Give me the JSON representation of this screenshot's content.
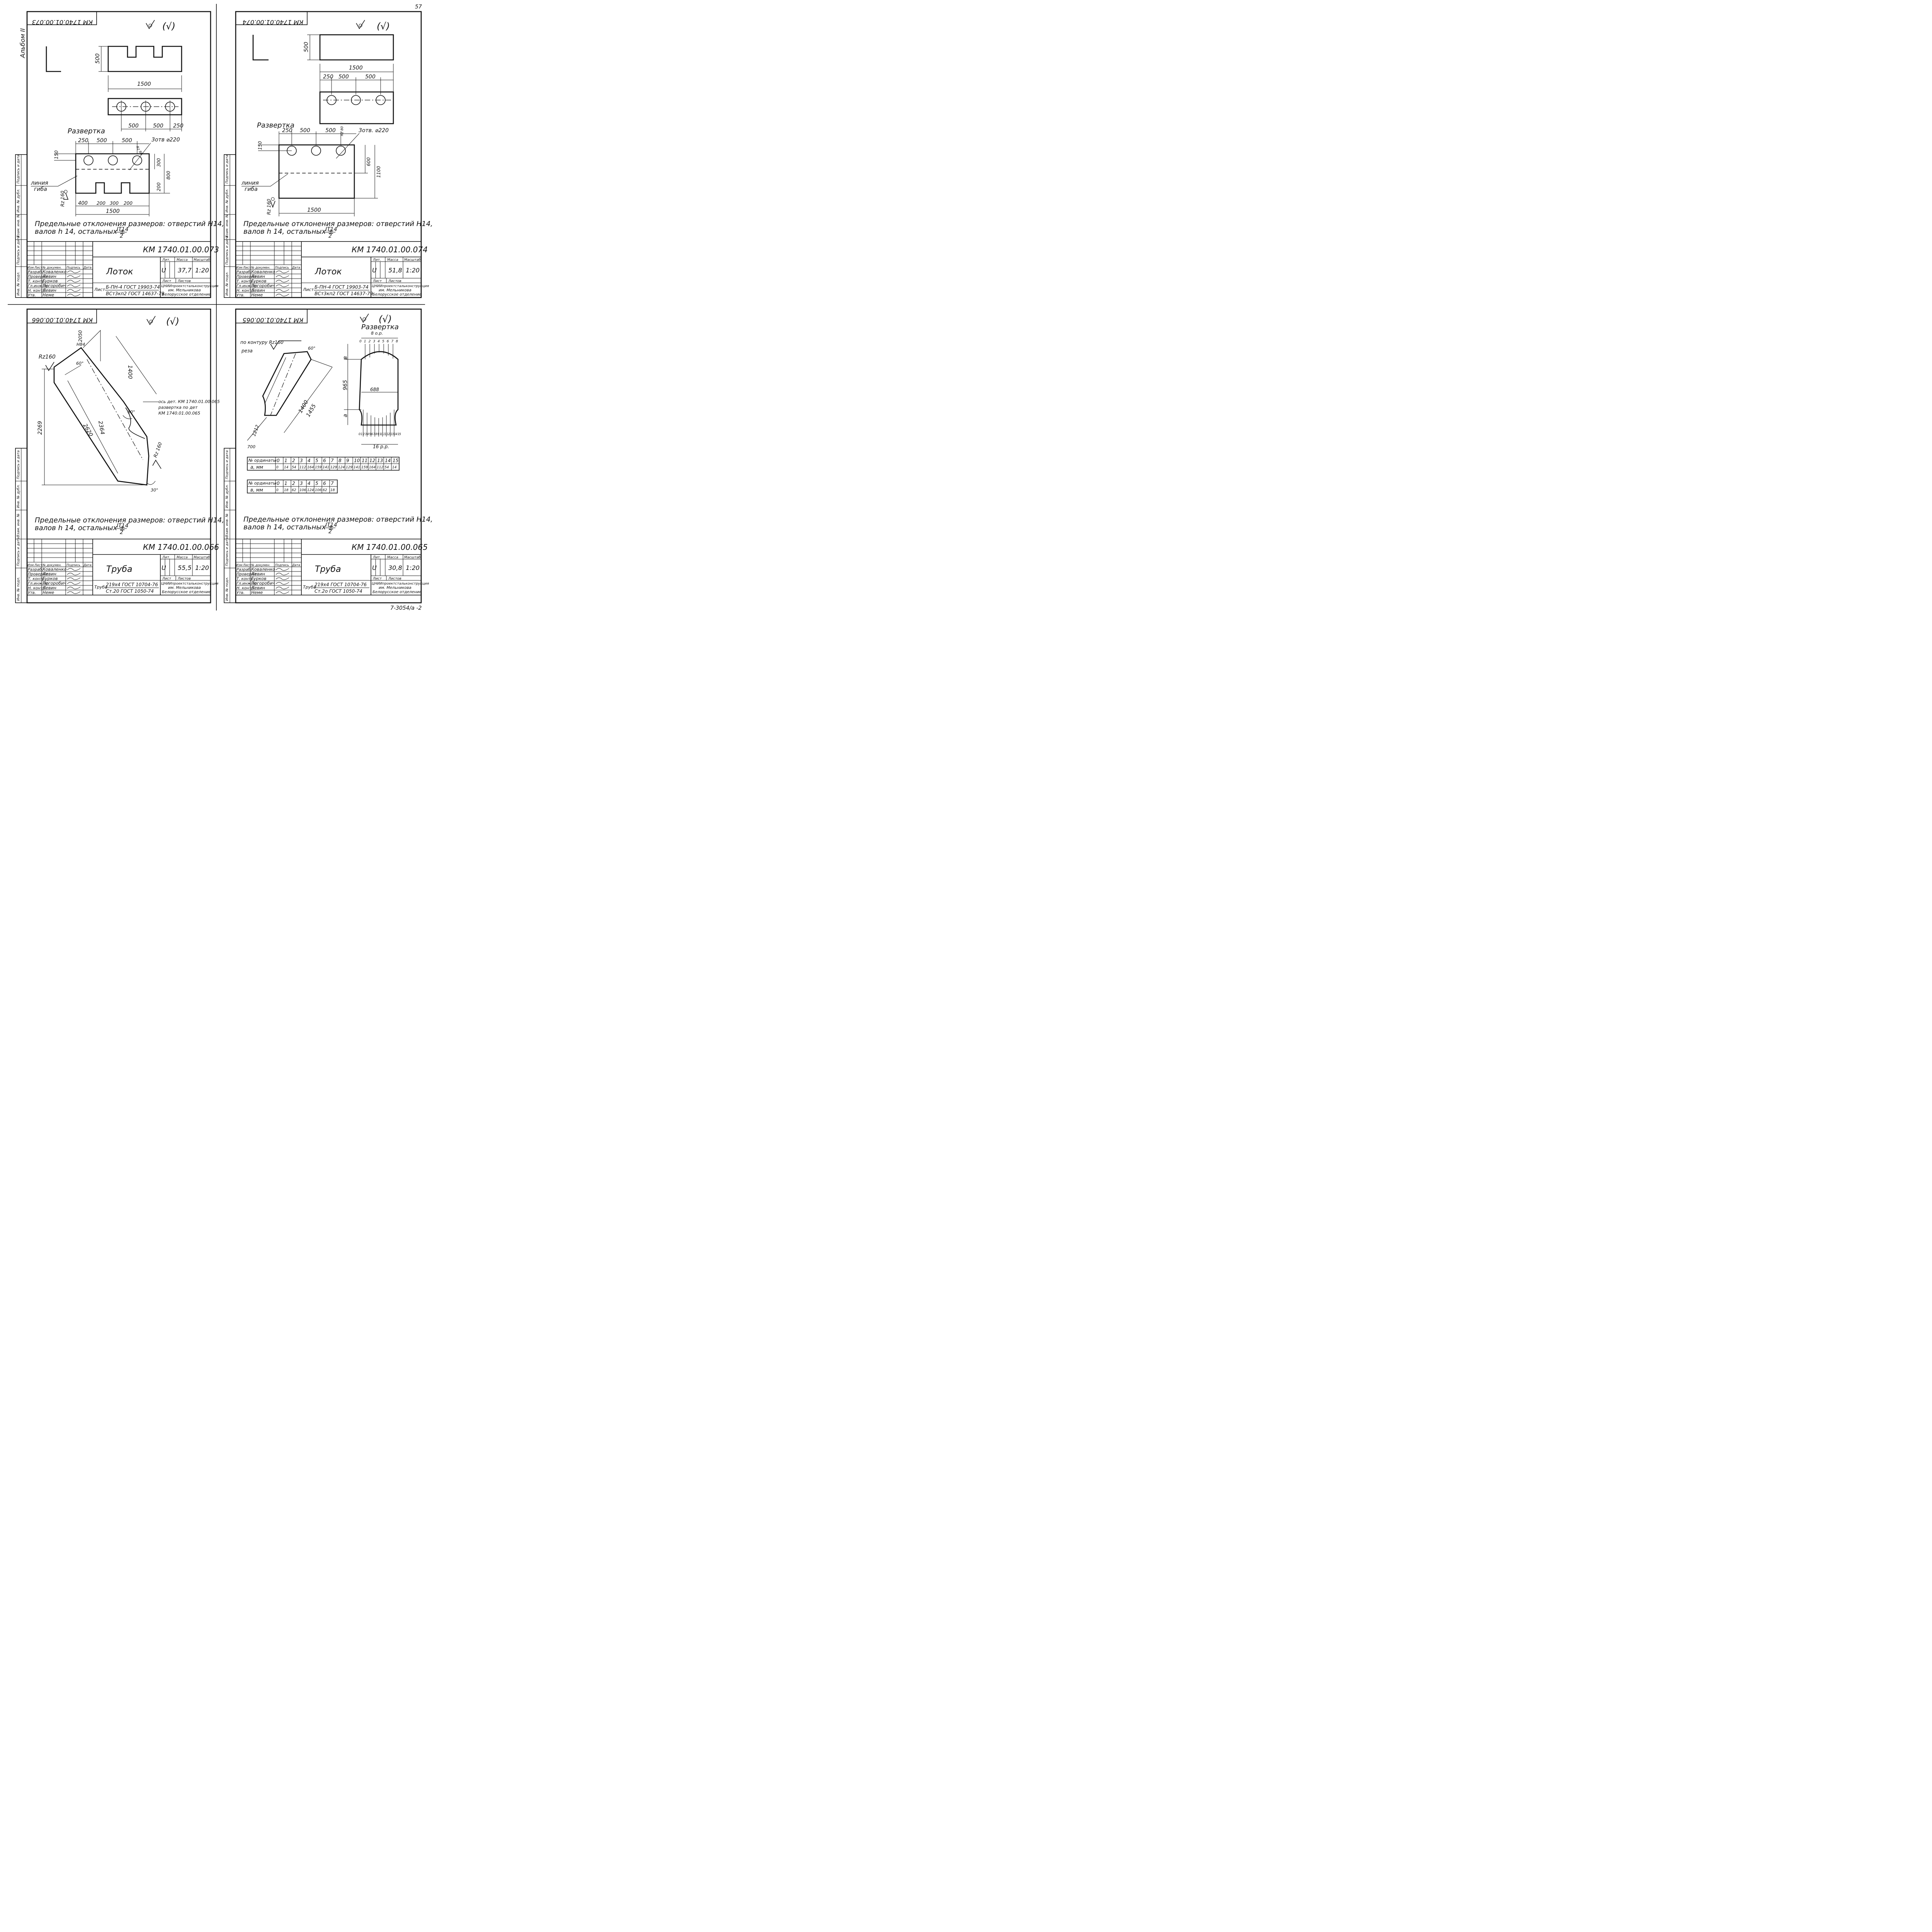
{
  "page": {
    "corner_mark": "57",
    "side_note": "Альбом II",
    "footer_code": "7-3054/а -2"
  },
  "stamp_columns": [
    "Инв. № подл.",
    "Подпись и дата",
    "Взам. инв. №",
    "Инв. № дубл.",
    "Подпись и дата"
  ],
  "common": {
    "tolerance_line1": "Предельные отклонения размеров: отверстий Н14,",
    "tolerance_line2": "валов h 14, остальных ±",
    "tolerance_frac_num": "IT14",
    "tolerance_frac_den": "2",
    "roughness_general": "(√)",
    "tb_headers": {
      "izm": "Изм",
      "list": "Лист",
      "doc": "№ докумен.",
      "podp": "Подпись",
      "data": "Дата",
      "lit": "Лит.",
      "massa": "Масса",
      "masshtab": "Масштаб",
      "sheet": "Лист",
      "sheets": "Листов"
    },
    "tb_roles": [
      "Разраб.",
      "Проверил",
      "Т. контр.",
      "Гл.инж.пр.",
      "Н. контр.",
      "Утв."
    ],
    "tb_names": [
      "Коваленко",
      "Левин",
      "Гурков",
      "Погоробич",
      "Левин",
      "Неме"
    ],
    "org_line1": "ЦНИИпроектстальконструкция",
    "org_line2": "им. Мельникова",
    "org_line3": "Белорусское отделение"
  },
  "sheets": [
    {
      "code": "КМ 1740.01.00.073",
      "title": "Лоток",
      "lit": "U",
      "mass": "37,7",
      "scale": "1:20",
      "material1": "Б-ПН-4 ГОСТ 19903-74",
      "material2": "ВСт3кп2 ГОСТ 14637-79",
      "material_prefix": "Лист",
      "dims": {
        "h": "500",
        "len": "1500",
        "hole_gap1": "500",
        "hole_gap2": "500",
        "hole_end": "250",
        "dev_title": "Развертка",
        "dev_a": "250",
        "dev_b": "500",
        "dev_c": "500",
        "holes": "3отв ⌀220",
        "rz80": "Rz 80",
        "dev_150": "150",
        "dev_300": "300",
        "dev_800": "800",
        "dev_200": "200",
        "n1": "400",
        "n2": "200",
        "n3": "300",
        "n4": "200",
        "dev_len": "1500",
        "bend1": "линия",
        "bend2": "гиба",
        "rz160": "Rz 160"
      }
    },
    {
      "code": "КМ 1740.01.00.074",
      "title": "Лоток",
      "lit": "U",
      "mass": "51,8",
      "scale": "1:20",
      "material1": "Б-ПН-4 ГОСТ 19903-74",
      "material2": "ВСт3кп2 ГОСТ 14637-79",
      "material_prefix": "Лист",
      "dims": {
        "h": "500",
        "len": "1500",
        "a": "250",
        "b": "500",
        "c": "500",
        "dev_title": "Развертка",
        "dev_a": "250",
        "dev_b": "500",
        "dev_c": "500",
        "rz80": "Rz 80",
        "holes": "3отв. ⌀220",
        "dev_150": "150",
        "dev_600": "600",
        "dev_1100": "1100",
        "dev_len": "1500",
        "bend1": "линия",
        "bend2": "гиба",
        "rz160": "Rz 160"
      }
    },
    {
      "code": "КМ 1740.01.00.066",
      "title": "Труба",
      "lit": "U",
      "mass": "55,5",
      "scale": "1:20",
      "material1": "219х4 ГОСТ 10704-76",
      "material2": "Ст.20 ГОСТ 1050-74",
      "material_prefix": "Труба",
      "dims": {
        "d2050": "2050",
        "h84": "Н84",
        "a60": "60°",
        "rz160": "Rz160",
        "d1400": "1400",
        "note1": "ось дет. КМ 1740.01.00.065",
        "note2": "развертка по дет",
        "note3": "КМ 1740.01.00.065",
        "a60b": "60°",
        "d2269": "2269",
        "d2364": "2364",
        "d2620": "2620",
        "rz160b": "Rz 160",
        "a30": "30°"
      }
    },
    {
      "code": "КМ 1740.01.00.065",
      "title": "Труба",
      "lit": "U",
      "mass": "30,8",
      "scale": "1:20",
      "material1": "219х4 ГОСТ 10704-76",
      "material2": "Ст.2о ГОСТ 1050-74",
      "material_prefix": "Труба",
      "dims": {
        "dev_title": "Развертка",
        "bop": "8 о.р.",
        "cut1": "по контуру Rz160",
        "cut2": "реза",
        "a60": "60°",
        "b": "в",
        "d965": "965",
        "d688": "688",
        "a": "а",
        "d1400": "1400",
        "d1455": "1455",
        "d1212": "1212",
        "d700": "700",
        "p16": "16 р.р.",
        "top_ticks": "0 1 2 3 4 5 6 7 8",
        "bottom_ticks": "0 1 2 3 4 5 6 7 8 9 10 11 12 13 14 15"
      },
      "ord_a": {
        "h1": "№ ординаты",
        "h2": "а, мм",
        "idx": [
          "0",
          "1",
          "2",
          "3",
          "4",
          "5",
          "6",
          "7",
          "8",
          "9",
          "10",
          "11",
          "12",
          "13",
          "14",
          "15"
        ],
        "vals": [
          "0",
          "14",
          "54",
          "112",
          "164",
          "159",
          "141",
          "129",
          "124",
          "129",
          "141",
          "159",
          "164",
          "112",
          "54",
          "14"
        ]
      },
      "ord_b": {
        "h1": "№ ординаты",
        "h2": "в, мм",
        "idx": [
          "0",
          "1",
          "2",
          "3",
          "4",
          "5",
          "6",
          "7"
        ],
        "vals": [
          "0",
          "18",
          "62",
          "106",
          "124",
          "106",
          "62",
          "18"
        ]
      }
    }
  ]
}
